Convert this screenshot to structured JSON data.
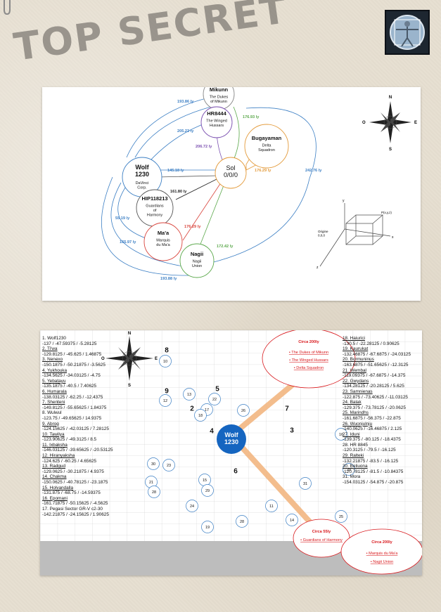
{
  "stamp_text": "TOP SECRET",
  "colors": {
    "blue": "#3c7fc4",
    "red": "#d9443c",
    "green": "#5aa84a",
    "orange": "#e39a3a",
    "purple": "#7a4fb0",
    "wolf_fill": "#1565c0",
    "callout": "#d8181c"
  },
  "diagram1": {
    "nodes": [
      {
        "id": "mikunn",
        "name": "Mikunn",
        "sub": "The Dukes\nof Mikunn"
      },
      {
        "id": "hr8444",
        "name": "HR8444",
        "sub": "The Winged\nHussars"
      },
      {
        "id": "bugayaman",
        "name": "Bugayaman",
        "sub": "Delta\nSquadron"
      },
      {
        "id": "wolf",
        "name": "Wolf\n1230",
        "sub": "DaVinci\nCorp."
      },
      {
        "id": "sol",
        "name": "Sol\n0/0/0",
        "sub": ""
      },
      {
        "id": "hip",
        "name": "HIP118213",
        "sub": "Guardians\nof\nHarmony"
      },
      {
        "id": "maa",
        "name": "Ma'a",
        "sub": "Marquis\ndu Ma'a"
      },
      {
        "id": "nagii",
        "name": "Nagii",
        "sub": "Nagii\nUnion"
      }
    ],
    "distances": [
      "193.86 ly",
      "205.22 ly",
      "206.72 ly",
      "176.93 ly",
      "145.18 ly",
      "161.80 ly",
      "176.29 ly",
      "242.76 ly",
      "55.19 ly",
      "176.29 ly",
      "165.97 ly",
      "172.42 ly",
      "193.88 ly"
    ],
    "axes": {
      "point_label": "P(x,y,z)",
      "origin_label": "Origine\n0,0,0",
      "x": "x",
      "y": "y",
      "z": "z"
    }
  },
  "compass": {
    "n": "N",
    "s": "S",
    "e": "E",
    "o": "O"
  },
  "diagram2": {
    "list_left": [
      {
        "n": "1. Wolf1230",
        "c": "-137 / -47.59375 / -5.28125",
        "u": false
      },
      {
        "n": "2. Ti'wa",
        "c": "-129.8125 / -45.625 / 1.46875",
        "u": true
      },
      {
        "n": "3. Nenexo",
        "c": "-150.1875 / -50.21875 / -3.5625",
        "u": true
      },
      {
        "n": "4. Yukhouka",
        "c": "-134.5625 / -34.03125 / -4.75",
        "u": true
      },
      {
        "n": "5. Yebatayu",
        "c": "-135.1875 / -40.5 / 7.40625",
        "u": true
      },
      {
        "n": "6. Humarala",
        "c": "-138.03125 / -62.25 / -12.4375",
        "u": true
      },
      {
        "n": "7. Shenteni",
        "c": "-149.8125 / -55.65625 / 1.84375",
        "u": true
      },
      {
        "n": "8. Wulwul",
        "c": "-123.75 / -49.65625 / 14.9375",
        "u": false
      },
      {
        "n": "9. Abrog",
        "c": "-124.15625 / -42.03125 / 7.28125",
        "u": true
      },
      {
        "n": "10. Tawilya",
        "c": "-123.90625 / -49.3125 / 8.5",
        "u": true
      },
      {
        "n": "11. Ixbaksha",
        "c": "-146.03125 / -39.65625 / -20.53125",
        "u": true
      },
      {
        "n": "12. Hiranyaksha",
        "c": "-124.625 / -60.25 / 4.65625",
        "u": true
      },
      {
        "n": "13. Radgud",
        "c": "-129.0625 / -30.21875 / 4.9375",
        "u": true
      },
      {
        "n": "14. Chakma",
        "c": "-150.0625 / -40.78125 / -23.1875",
        "u": true
      },
      {
        "n": "15. Holvandalla",
        "c": "-131.875 / -68.75 / -14.59375",
        "u": true
      },
      {
        "n": "16. Epomani",
        "c": "-161.71875 / -50.15625 / -4.5625",
        "u": true
      },
      {
        "n": "17. Pegasi Sector GR-V c2-30",
        "c": "-142.21875 / -24.15625 / 1.90625",
        "u": false
      }
    ],
    "list_right": [
      {
        "n": "18. Haiurici",
        "c": "-130.5 / -22.28125 / 0.90625",
        "u": true
      },
      {
        "n": "19. Kaurukat",
        "c": "-132.46875 / -67.6875 / -24.03125",
        "u": true
      },
      {
        "n": "20. Bormuninus",
        "c": "-163.6875 / -51.65625 / -12.3125",
        "u": true
      },
      {
        "n": "21. Wembal",
        "c": "-119.09375 / -67.6875 / -14.375",
        "u": true
      },
      {
        "n": "22. Gwydans",
        "c": "-134.28125 / -20.28125 / 5.625",
        "u": true
      },
      {
        "n": "23. Samnienas",
        "c": "-122.875 / -73.40625 / -11.03125",
        "u": true
      },
      {
        "n": "24. Balak",
        "c": "-129.375 / -73.78125 / -20.0625",
        "u": true
      },
      {
        "n": "25. Marindhs",
        "c": "-161.6875 / -56.375 / -22.875",
        "u": true
      },
      {
        "n": "26. Wuonjulnju",
        "c": "-140.0625 / -16.46875 / 2.125",
        "u": true
      },
      {
        "n": "27. Iduni",
        "c": "-139.375 / -80.125 / -18.4375",
        "u": true
      },
      {
        "n": "28. HR 8845",
        "c": "-120.3125 / -79.5 / -16.125",
        "u": false
      },
      {
        "n": "29. Ralteki",
        "c": "-132.21875 / -83.5 / -16.125",
        "u": true
      },
      {
        "n": "30. Beliuona",
        "c": "-120.78125 / -81.5 / -10.84375",
        "u": true
      },
      {
        "n": "31. Mora",
        "c": "-154.03125 / -54.875 / -20.875",
        "u": false
      }
    ],
    "center_label": "Wolf\n1230",
    "callouts": [
      {
        "title": "Circa 200ly",
        "items": [
          "The Dukes of Mikunn",
          "The Winged Hussars",
          "Delta Squadron"
        ]
      },
      {
        "title": "Circa 55ly",
        "items": [
          "Guardians of Harmony"
        ]
      },
      {
        "title": "Circa 200ly",
        "items": [
          "Marquis du Ma'a",
          "Nagii Union"
        ]
      }
    ],
    "circles": [
      "8",
      "10",
      "9",
      "12",
      "13",
      "5",
      "22",
      "2",
      "17",
      "18",
      "26",
      "7",
      "4",
      "3",
      "16",
      "30",
      "23",
      "6",
      "20",
      "21",
      "15",
      "28",
      "29",
      "31",
      "24",
      "11",
      "14",
      "25",
      "19",
      "28"
    ]
  }
}
